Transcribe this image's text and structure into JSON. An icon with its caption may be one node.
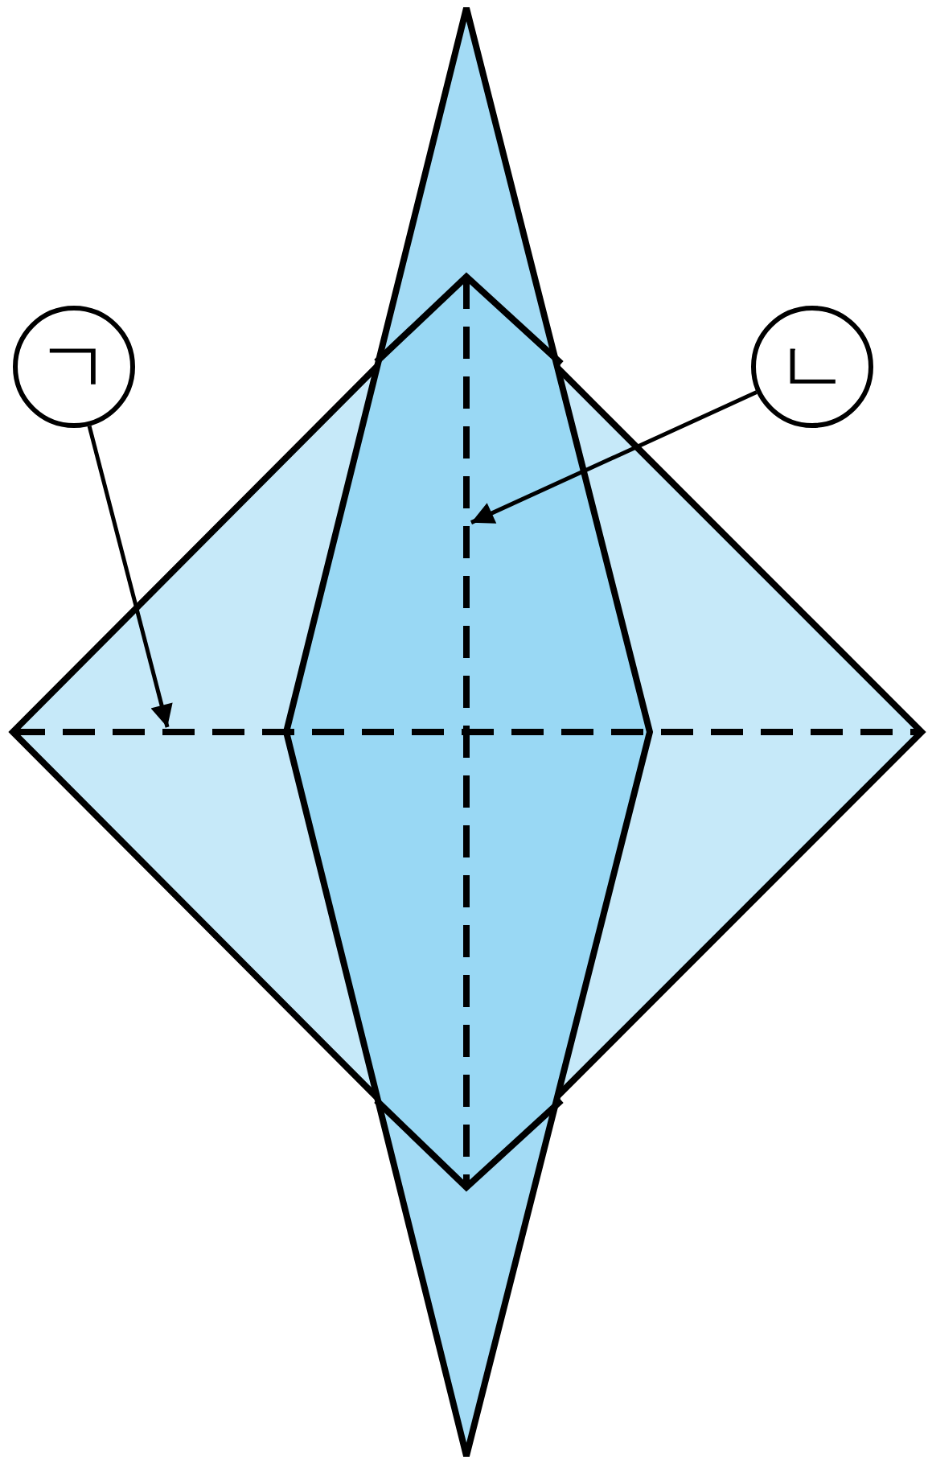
{
  "diagram": {
    "nodes": [
      {
        "text": [
          "ㄱ"
        ]
      },
      {
        "text": [
          "ㄴ"
        ]
      },
      {
        "text": [],
        "shape": "line"
      },
      {
        "text": [],
        "shape": "line"
      }
    ],
    "edges": [
      {
        "from": 0,
        "to": 2,
        "arrow": "to"
      },
      {
        "from": 1,
        "to": 3,
        "arrow": "to"
      }
    ]
  }
}
